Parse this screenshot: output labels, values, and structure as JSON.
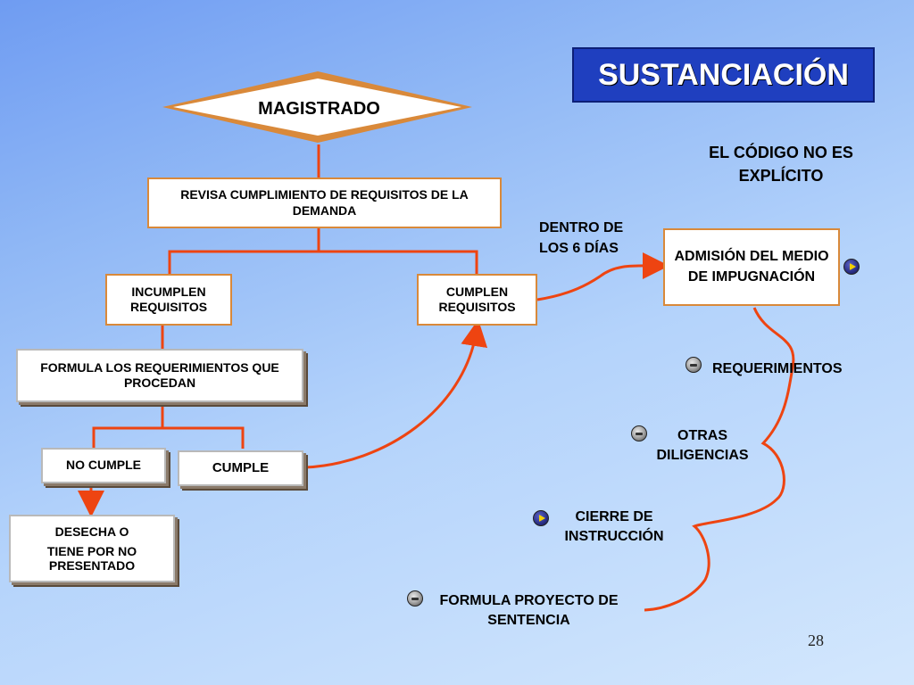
{
  "title": "SUSTANCIACIÓN",
  "nodes": {
    "magistrado": "MAGISTRADO",
    "revisa": "REVISA CUMPLIMIENTO DE REQUISITOS DE LA DEMANDA",
    "incumplen": "INCUMPLEN REQUISITOS",
    "cumplen": "CUMPLEN REQUISITOS",
    "formula_req": "FORMULA LOS REQUERIMIENTOS QUE PROCEDAN",
    "no_cumple": "NO CUMPLE",
    "cumple": "CUMPLE",
    "desecha_1": "DESECHA  O",
    "desecha_2": "TIENE POR NO PRESENTADO",
    "admision": "ADMISIÓN DEL MEDIO DE IMPUGNACIÓN"
  },
  "notes": {
    "codigo": "EL CÓDIGO NO ES EXPLÍCITO",
    "dentro": "DENTRO DE LOS 6 DÍAS"
  },
  "steps": {
    "requerimientos": "REQUERIMIENTOS",
    "otras": "OTRAS DILIGENCIAS",
    "cierre": "CIERRE  DE INSTRUCCIÓN",
    "formula_proyecto": "FORMULA PROYECTO DE SENTENCIA"
  },
  "page_number": "28",
  "colors": {
    "connector": "#ee4411",
    "title_bg": "#1f3fbf",
    "box_border": "#d9893a"
  }
}
